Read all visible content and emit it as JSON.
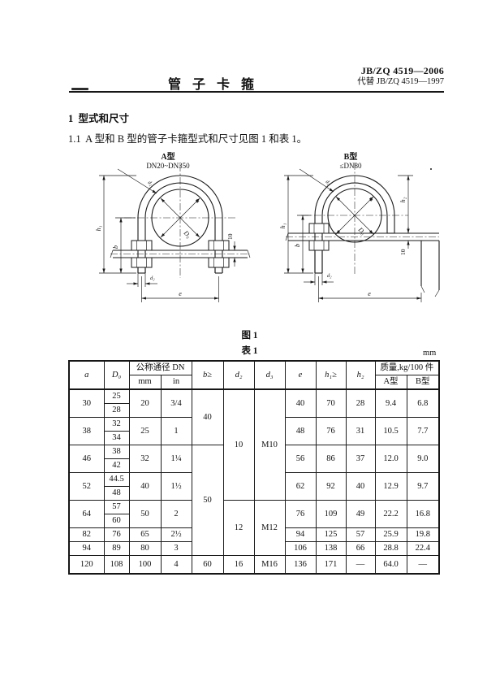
{
  "header": {
    "title": "管 子 卡 箍",
    "std_no": "JB/ZQ 4519—2006",
    "replaces": "代替 JB/ZQ 4519—1997"
  },
  "body_text": {
    "heading": "1  型式和尺寸",
    "para": "1.1  A 型和 B 型的管子卡箍型式和尺寸见图 1 和表 1。"
  },
  "figure": {
    "caption": "图 1",
    "typeA": {
      "label": "A型",
      "range": "DN20~DN350"
    },
    "typeB": {
      "label": "B型",
      "range": "≤DN80"
    },
    "dims": {
      "a": "a",
      "D0": "D₀",
      "b": "b",
      "h1": "h₁",
      "h2": "h₂",
      "d2": "d₂",
      "e": "e",
      "ten": "10"
    }
  },
  "table": {
    "caption": "表 1",
    "unit": "mm",
    "headers": {
      "a": "a",
      "D0": "D₀",
      "dn": "公称通径 DN",
      "mm": "mm",
      "in": "in",
      "b": "b≥",
      "d2": "d₂",
      "d3": "d₃",
      "e": "e",
      "h1": "h₁≥",
      "h2": "h₂",
      "mass": "质量,kg/100 件",
      "massA": "A型",
      "massB": "B型"
    },
    "rows": [
      {
        "a": "30",
        "d0": [
          "25",
          "28"
        ],
        "dn_mm": "20",
        "dn_in": "3/4",
        "e": "40",
        "h1": "70",
        "h2": "28",
        "massA": "9.4",
        "massB": "6.8"
      },
      {
        "a": "38",
        "d0": [
          "32",
          "34"
        ],
        "dn_mm": "25",
        "dn_in": "1",
        "e": "48",
        "h1": "76",
        "h2": "31",
        "massA": "10.5",
        "massB": "7.7"
      },
      {
        "a": "46",
        "d0": [
          "38",
          "42"
        ],
        "dn_mm": "32",
        "dn_in": "1¼",
        "e": "56",
        "h1": "86",
        "h2": "37",
        "massA": "12.0",
        "massB": "9.0"
      },
      {
        "a": "52",
        "d0": [
          "44.5",
          "48"
        ],
        "dn_mm": "40",
        "dn_in": "1½",
        "e": "62",
        "h1": "92",
        "h2": "40",
        "massA": "12.9",
        "massB": "9.7"
      },
      {
        "a": "64",
        "d0": [
          "57",
          "60"
        ],
        "dn_mm": "50",
        "dn_in": "2",
        "e": "76",
        "h1": "109",
        "h2": "49",
        "massA": "22.2",
        "massB": "16.8"
      },
      {
        "a": "82",
        "d0": [
          "76"
        ],
        "dn_mm": "65",
        "dn_in": "2½",
        "e": "94",
        "h1": "125",
        "h2": "57",
        "massA": "25.9",
        "massB": "19.8"
      },
      {
        "a": "94",
        "d0": [
          "89"
        ],
        "dn_mm": "80",
        "dn_in": "3",
        "e": "106",
        "h1": "138",
        "h2": "66",
        "massA": "28.8",
        "massB": "22.4"
      },
      {
        "a": "120",
        "d0": [
          "108"
        ],
        "dn_mm": "100",
        "dn_in": "4",
        "e": "136",
        "h1": "171",
        "h2": "—",
        "massA": "64.0",
        "massB": "—"
      }
    ],
    "b_spans": [
      {
        "value": "40",
        "rows": 4
      },
      {
        "value": "50",
        "rows": 8
      },
      {
        "value": "60",
        "rows": 1
      }
    ],
    "d_spans": [
      {
        "d2": "10",
        "d3": "M10",
        "rows": 8
      },
      {
        "d2": "12",
        "d3": "M12",
        "rows": 4
      },
      {
        "d2": "16",
        "d3": "M16",
        "rows": 1
      }
    ]
  }
}
